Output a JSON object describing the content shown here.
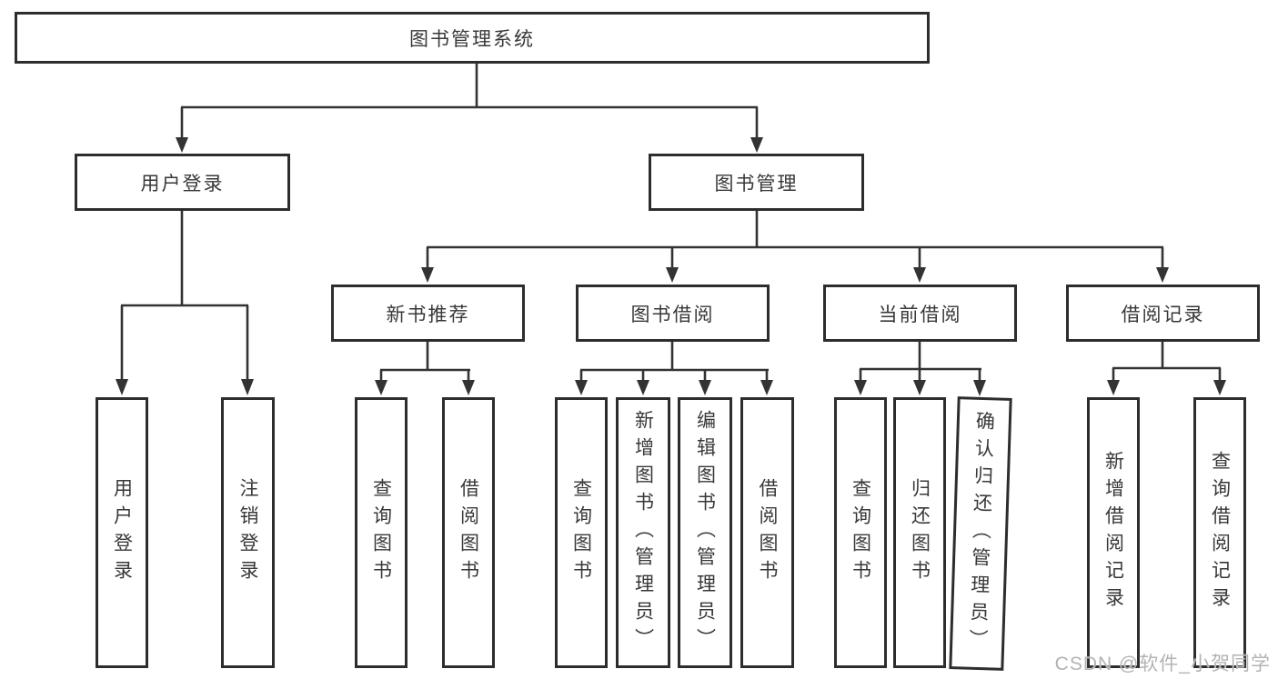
{
  "diagram": {
    "title": "图书管理系统",
    "root_label": "图书管理系统",
    "level2": {
      "user_login": "用户登录",
      "book_mgmt": "图书管理"
    },
    "level3": {
      "new_books": "新书推荐",
      "book_borrow": "图书借阅",
      "current_borrow": "当前借阅",
      "borrow_records": "借阅记录"
    },
    "leaves": {
      "user_login": [
        "用户登录",
        "注销登录"
      ],
      "new_books": [
        "查询图书",
        "借阅图书"
      ],
      "book_borrow": [
        "查询图书",
        "新增图书（管理员）",
        "编辑图书（管理员）",
        "借阅图书"
      ],
      "current_borrow": [
        "查询图书",
        "归还图书",
        "确认归还（管理员）"
      ],
      "borrow_records": [
        "新增借阅记录",
        "查询借阅记录"
      ]
    }
  },
  "watermark": "CSDN @软件_小贺同学",
  "colors": {
    "line": "#333333",
    "border": "#2d2d2d",
    "box_background": "#ffffff",
    "text": "#383838",
    "watermark": "#b3b3b3"
  }
}
